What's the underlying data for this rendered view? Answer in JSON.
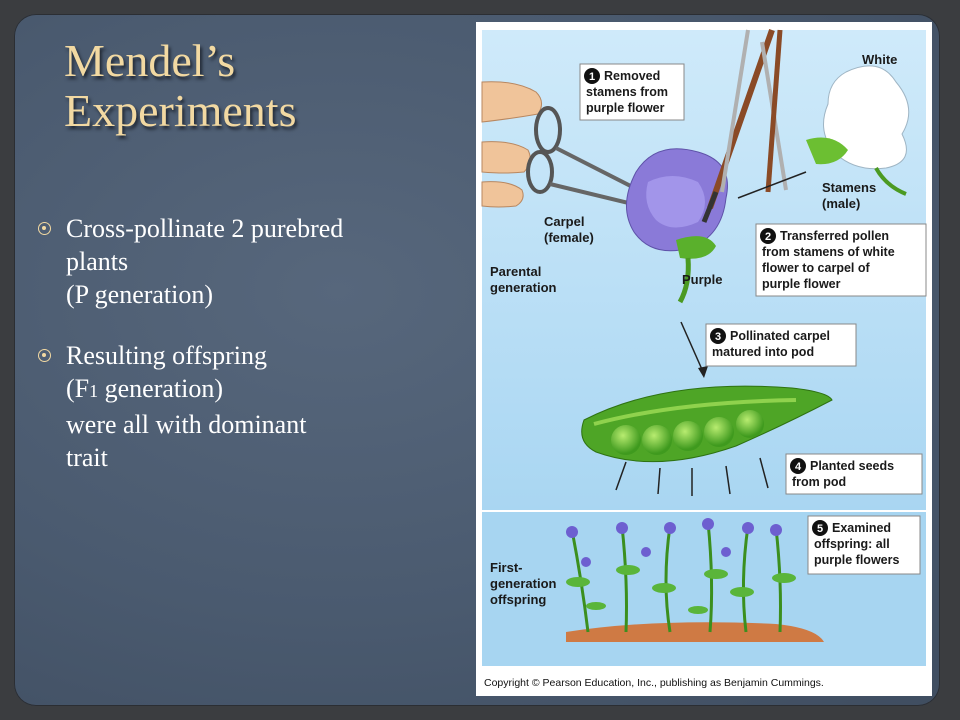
{
  "slide": {
    "title_line1": "Mendel’s",
    "title_line2": "Experiments",
    "bullets": [
      {
        "lines": [
          "Cross-pollinate 2 purebred",
          "plants",
          "(P generation)"
        ]
      },
      {
        "line1": "Resulting offspring",
        "line2_pre": "(F",
        "line2_sub": "1",
        "line2_post": " generation)",
        "line3": "were all with dominant",
        "line4": "trait"
      }
    ]
  },
  "figure": {
    "label_white": "White",
    "label_purple": "Purple",
    "label_carpel": [
      "Carpel",
      "(female)"
    ],
    "label_stamens": [
      "Stamens",
      "(male)"
    ],
    "label_parental": [
      "Parental",
      "generation"
    ],
    "label_first": [
      "First-",
      "generation",
      "offspring"
    ],
    "steps": [
      {
        "num": "1",
        "lines": [
          "Removed",
          "stamens from",
          "purple flower"
        ]
      },
      {
        "num": "2",
        "lines": [
          "Transferred pollen",
          "from stamens of white",
          "flower to carpel of",
          "purple flower"
        ]
      },
      {
        "num": "3",
        "lines": [
          "Pollinated carpel",
          "matured into pod"
        ]
      },
      {
        "num": "4",
        "lines": [
          "Planted seeds",
          "from pod"
        ]
      },
      {
        "num": "5",
        "lines": [
          "Examined",
          "offspring: all",
          "purple flowers"
        ]
      }
    ],
    "copyright": "Copyright © Pearson Education, Inc., publishing as Benjamin Cummings."
  }
}
